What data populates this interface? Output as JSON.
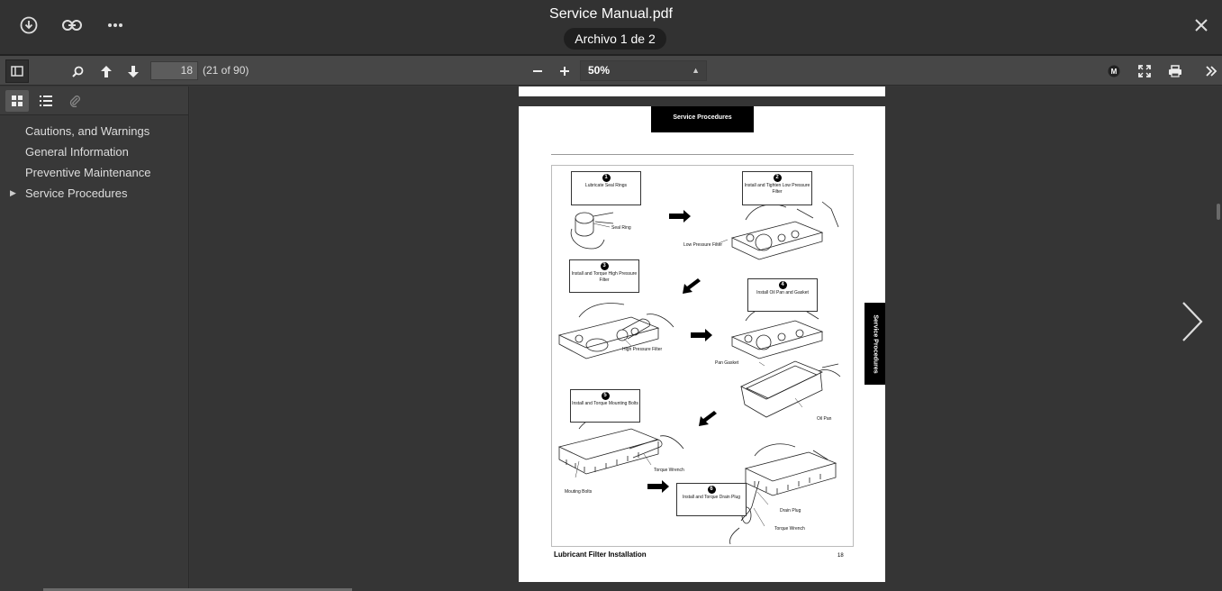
{
  "window": {
    "title": "Service Manual.pdf",
    "file_pill": "Archivo 1 de 2"
  },
  "toolbar": {
    "page_input": "18",
    "page_count": "(21 of 90)",
    "zoom": "50%"
  },
  "sidebar": {
    "items": [
      {
        "label": "Cautions, and Warnings"
      },
      {
        "label": "General Information"
      },
      {
        "label": "Preventive Maintenance"
      },
      {
        "label": "Service Procedures"
      }
    ]
  },
  "document": {
    "header_tab": "Service Procedures",
    "side_tab": "Service Procedures",
    "caption": "Lubricant Filter Installation",
    "page_number": "18",
    "steps": [
      {
        "num": "1",
        "text": "Lubricate Seal Rings"
      },
      {
        "num": "2",
        "text": "Install and Tighten Low Pressure Filter"
      },
      {
        "num": "3",
        "text": "Install and Torque High Pressure Filter"
      },
      {
        "num": "4",
        "text": "Install Oil Pan and Gasket"
      },
      {
        "num": "5",
        "text": "Install and Torque Mounting Bolts"
      },
      {
        "num": "6",
        "text": "Install and Torque Drain Plug"
      }
    ],
    "labels": {
      "seal_ring": "Seal Ring",
      "low_pressure_filter": "Low Pressure Filter",
      "high_pressure_filter": "High Pressure Filter",
      "pan_gasket": "Pan Gasket",
      "oil_pan": "Oil Pan",
      "torque_wrench_1": "Torque Wrench",
      "mouting_bolts": "Mouting Bolts",
      "drain_plug": "Drain Plug",
      "torque_wrench_2": "Torque Wrench"
    }
  },
  "icons": {
    "download": "download-icon",
    "link": "link-icon",
    "more": "more-icon",
    "close": "close-icon",
    "sidebar_toggle": "sidebar-toggle-icon",
    "search": "search-icon",
    "prev_page": "arrow-up-icon",
    "next_page": "arrow-down-icon",
    "fullscreen": "fullscreen-icon",
    "print": "print-icon",
    "tools": "double-chevron-icon"
  }
}
